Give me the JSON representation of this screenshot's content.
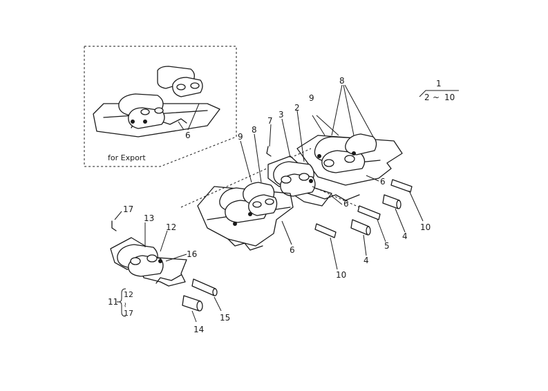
{
  "inset": {
    "caption": "for Export"
  },
  "callouts": {
    "c1": "1",
    "c1_range_from": "2",
    "c1_range_sep": "~",
    "c1_range_to": "10",
    "c2": "2",
    "c3": "3",
    "c4a": "4",
    "c4b": "4",
    "c5": "5",
    "c6_inset": "6",
    "c6a": "6",
    "c6b": "6",
    "c6c": "6",
    "c7": "7",
    "c8a": "8",
    "c8b": "8",
    "c9a": "9",
    "c9b": "9",
    "c10a": "10",
    "c10b": "10",
    "c11": "11",
    "c11_item_a": "12",
    "c11_item_sep": "~",
    "c11_item_b": "17",
    "c12": "12",
    "c13": "13",
    "c14": "14",
    "c15": "15",
    "c16": "16",
    "c17": "17"
  },
  "colors": {
    "ink": "#1a1a1a",
    "paper": "#ffffff"
  }
}
